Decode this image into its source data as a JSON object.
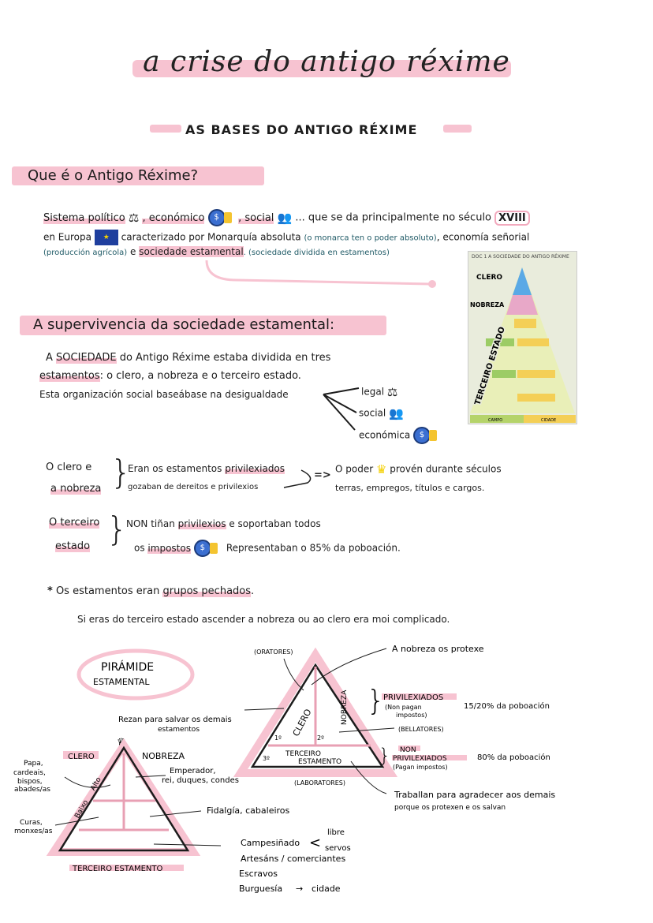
{
  "title": "a crise do antigo réxime",
  "section_header": "AS BASES DO ANTIGO RÉXIME",
  "q1": {
    "heading": "Que é o Antigo Réxime?",
    "line1": {
      "a": "Sistema político",
      "b": ", económico",
      "c": ", social",
      "d": "... que se da principalmente no século",
      "century": "XVIII"
    },
    "line2": {
      "a": "en Europa",
      "b": "caracterizado por Monarquía absoluta",
      "note": "(o monarca ten o poder absoluto)",
      "c": ", economía señorial"
    },
    "line3": {
      "note1": "(producción agrícola)",
      "a": "e",
      "b": "sociedade estamental",
      "note2": ". (sociedade dividida en estamentos)"
    }
  },
  "doc_image": {
    "title": "DOC 1  A SOCIEDADE DO ANTIGO RÉXIME",
    "labels": [
      "CLERO",
      "NOBREZA",
      "TERCEIRO ESTADO"
    ],
    "footer": [
      "CAMPO",
      "CIDADE"
    ]
  },
  "q2": {
    "heading": "A supervivencia da sociedade estamental:",
    "line1": {
      "a": "A",
      "b": "SOCIEDADE",
      "c": "do Antigo Réxime estaba dividida en tres"
    },
    "line2": {
      "a": "estamentos",
      "b": ": o clero, a nobreza e o terceiro estado."
    },
    "line3": "Esta organización social baseábase na desigualdade",
    "branches": [
      "legal",
      "social",
      "económica"
    ]
  },
  "privileged": {
    "left": [
      "O clero e",
      "a nobreza"
    ],
    "right1": {
      "a": "Eran os estamentos",
      "b": "privilexiados"
    },
    "right2": "gozaban de dereitos e privilexios",
    "arrow": "=>",
    "result1": {
      "a": "O poder",
      "b": "provén durante séculos"
    },
    "result2": "terras, empregos, títulos e cargos."
  },
  "third": {
    "left": [
      "O terceiro",
      "estado"
    ],
    "line1": {
      "a": "NON tiñan",
      "b": "privilexios",
      "c": "e soportaban todos"
    },
    "line2": {
      "a": "os",
      "b": "impostos",
      "c": "Representaban o 85% da poboación."
    }
  },
  "note": {
    "star": "*",
    "line1": {
      "a": "Os estamentos eran",
      "b": "grupos pechados",
      "c": "."
    },
    "line2": "Si eras do terceiro estado ascender a nobreza ou ao clero era moi complicado."
  },
  "pyramid1": {
    "cloud": [
      "PIRÁMIDE",
      "ESTAMENTAL"
    ],
    "top_note": [
      "Rezan para salvar os demais",
      "estamentos"
    ],
    "clero": "CLERO",
    "nobreza": "NOBREZA",
    "alto": "Alto",
    "baixo": "Baixo",
    "alto_members": [
      "Papa,",
      "cardeais,",
      "bispos,",
      "abades/as"
    ],
    "baixo_members": [
      "Curas,",
      "monxes/as"
    ],
    "nobility_high": [
      "Emperador,",
      "rei, duques, condes"
    ],
    "nobility_low": "Fidalgía, cabaleiros",
    "third_groups": {
      "campesinado": "Campesiñado",
      "libre": "libre",
      "servos": "servos",
      "artesans": "Artesáns / comerciantes",
      "escravos": "Escravos",
      "burguesia": "Burguesía",
      "cidade": "cidade"
    },
    "base": "TERCEIRO ESTAMENTO"
  },
  "pyramid2": {
    "oratores": "(ORATORES)",
    "bellatores": "(BELLATORES)",
    "laboratores": "(LABORATORES)",
    "clero": "CLERO",
    "nobreza": "NOBREZA",
    "terceiro": [
      "TERCEIRO",
      "ESTAMENTO"
    ],
    "num": [
      "1º",
      "2º",
      "3º"
    ],
    "protege": "A nobreza os protexe",
    "priv": {
      "title": "PRIVILEXIADOS",
      "sub": [
        "(Non pagan",
        "impostos)"
      ],
      "pct": "15/20% da poboación"
    },
    "nonpriv": {
      "title": [
        "NON",
        "PRIVILEXIADOS"
      ],
      "sub": "(Pagan impostos)",
      "pct": "80% da poboación"
    },
    "work": [
      "Traballan para agradecer aos demais",
      "porque os protexen e os salvan"
    ]
  },
  "colors": {
    "highlight": "#f7c3d1",
    "ink": "#1c1c1c",
    "note": "#1f5a66",
    "coin": "#3b6fd1",
    "gold": "#f4c430"
  },
  "icons": [
    "scales-icon",
    "coins-icon",
    "people-icon",
    "eu-flag-icon",
    "crown-icon"
  ]
}
